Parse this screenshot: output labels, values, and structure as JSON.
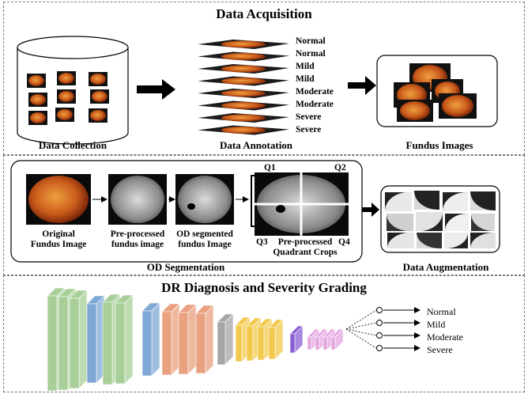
{
  "acquisition": {
    "title": "Data Acquisition",
    "collection_label": "Data Collection",
    "annotation_label": "Data Annotation",
    "fundus_label": "Fundus Images",
    "grades": [
      "Normal",
      "Normal",
      "Mild",
      "Mild",
      "Moderate",
      "Moderate",
      "Severe",
      "Severe"
    ]
  },
  "segmentation": {
    "original_label_1": "Original",
    "original_label_2": "Fundus Image",
    "preprocessed_label_1": "Pre-processed",
    "preprocessed_label_2": "fundus image",
    "od_label_1": "OD segmented",
    "od_label_2": "fundus Image",
    "q1": "Q1",
    "q2": "Q2",
    "q3": "Q3",
    "q4": "Q4",
    "crops_label_1": "Pre-processed",
    "crops_label_2": "Quadrant Crops",
    "section_label": "OD Segmentation",
    "augmentation_label": "Data Augmentation"
  },
  "diagnosis": {
    "title": "DR Diagnosis and Severity Grading",
    "outputs": [
      "Normal",
      "Mild",
      "Moderate",
      "Severe"
    ]
  },
  "colors": {
    "green": "#a9cf98",
    "blue": "#7fa8d4",
    "orange": "#e9a17f",
    "gray": "#a6a6a6",
    "yellow": "#f2c94c",
    "purple": "#8a5fd6",
    "pink": "#e3a6e0"
  }
}
